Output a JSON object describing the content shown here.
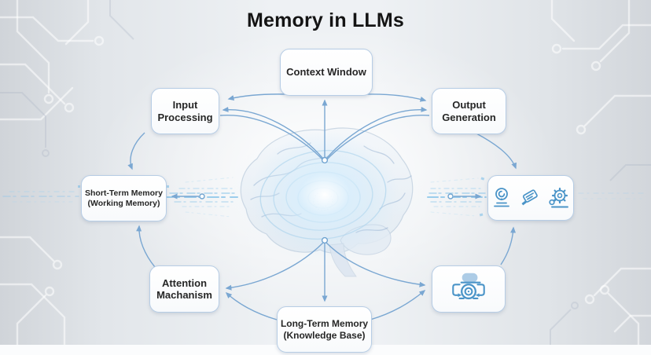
{
  "title": "Memory in LLMs",
  "boxes": {
    "context_window": {
      "lines": [
        "Context Window"
      ]
    },
    "input_processing": {
      "lines": [
        "Input",
        "Processing"
      ]
    },
    "output_generation": {
      "lines": [
        "Output",
        "Generation"
      ]
    },
    "short_term_memory": {
      "lines": [
        "Short-Term Memory",
        "(Working Memory)"
      ]
    },
    "attention_mechanism": {
      "lines": [
        "Attention",
        "Machanism"
      ]
    },
    "long_term_memory": {
      "lines": [
        "Long-Term Memory",
        "(Knowledge Base)"
      ]
    }
  },
  "icon_boxes": {
    "retrieval_tools": {
      "icons": [
        "turntable-icon",
        "tag-icon",
        "gear-magnifier-icon"
      ]
    },
    "memory_capture": {
      "icons": [
        "camera-sync-icon"
      ]
    }
  },
  "illustrations": {
    "center": "digital-brain"
  },
  "connections": [
    {
      "from": "brain",
      "to": "context-window"
    },
    {
      "from": "context-window",
      "to": "input-processing"
    },
    {
      "from": "context-window",
      "to": "output-generation"
    },
    {
      "from": "brain",
      "to": "input-processing"
    },
    {
      "from": "brain",
      "to": "output-generation"
    },
    {
      "from": "brain",
      "to": "short-term-memory"
    },
    {
      "from": "brain",
      "to": "retrieval-tools"
    },
    {
      "from": "brain",
      "to": "attention-mechanism"
    },
    {
      "from": "brain",
      "to": "long-term-memory"
    },
    {
      "from": "brain",
      "to": "memory-capture"
    },
    {
      "from": "input-processing",
      "to": "short-term-memory"
    },
    {
      "from": "attention-mechanism",
      "to": "short-term-memory"
    },
    {
      "from": "long-term-memory",
      "to": "attention-mechanism"
    },
    {
      "from": "long-term-memory",
      "to": "memory-capture"
    },
    {
      "from": "output-generation",
      "to": "retrieval-tools"
    },
    {
      "from": "memory-capture",
      "to": "retrieval-tools"
    }
  ],
  "colors": {
    "arrow": "#7aa7d2",
    "box_border": "#b7cde5",
    "icon_blue": "#4a94c8",
    "streak_blue": "#8ec6ea",
    "title_text": "#141414",
    "box_text": "#262626"
  }
}
